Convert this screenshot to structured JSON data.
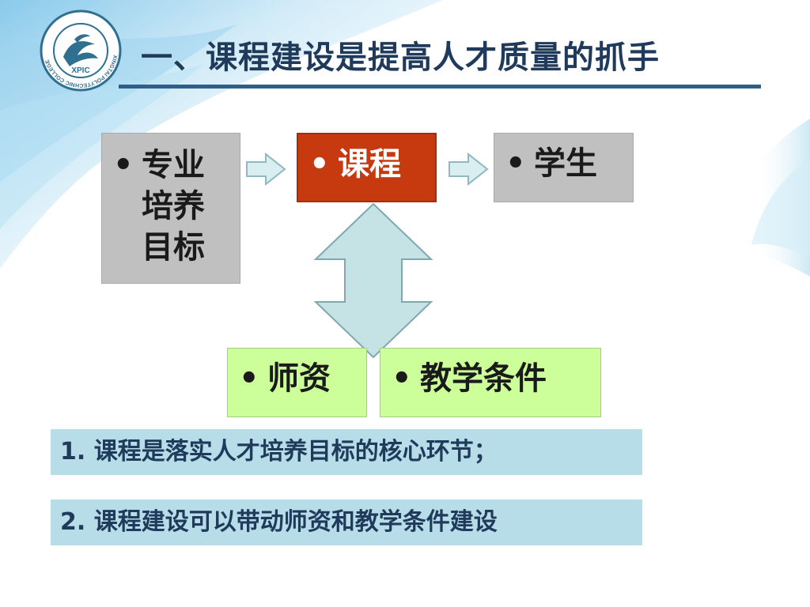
{
  "slide": {
    "title": "一、课程建设是提高人才质量的抓手",
    "logo": {
      "name": "college-seal-logo",
      "text_ring": "XINGTAI POLYTECHNIC COLLEGE",
      "mono": "XPIC"
    }
  },
  "diagram": {
    "bullet": "•",
    "nodes": {
      "goal": "专业培养目标",
      "course": "课程",
      "student": "学生",
      "teacher": "师资",
      "conditions": "教学条件"
    },
    "edges": [
      {
        "from": "goal",
        "to": "course",
        "type": "right-arrow"
      },
      {
        "from": "course",
        "to": "student",
        "type": "right-arrow"
      },
      {
        "from": "course",
        "to": "teacher+conditions",
        "type": "double-vertical-arrow"
      }
    ]
  },
  "points": [
    "1. 课程是落实人才培养目标的核心环节；",
    "2. 课程建设可以带动师资和教学条件建设"
  ],
  "colors": {
    "title": "#1f3a5a",
    "course_box": "#c73a10",
    "gray_box": "#c0c0c0",
    "green_box": "#ccff99",
    "arrow_fill": "#c5e3e5",
    "point_box": "#b7dde8"
  }
}
